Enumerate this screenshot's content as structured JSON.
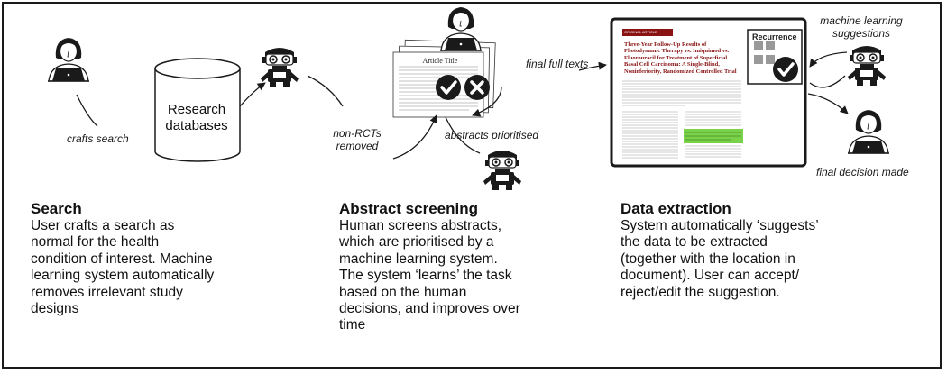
{
  "diagram": {
    "search": {
      "heading": "Search",
      "body": "User crafts a search as\nnormal for the health\ncondition of interest. Machine\nlearning system automatically\nremoves irrelevant study\ndesigns",
      "database_label": "Research\ndatabases",
      "crafts_search_label": "crafts search"
    },
    "screening": {
      "heading": "Abstract screening",
      "body": "Human screens abstracts,\nwhich are prioritised by a\nmachine learning system.\nThe system ‘learns’ the task\nbased on the human\ndecisions, and improves over\ntime",
      "non_rcts_label_1": "non-RCTs",
      "non_rcts_label_2": "removed",
      "abstracts_prioritised_label": "abstracts prioritised",
      "final_full_texts_label": "final full texts",
      "article_title": "Article Title"
    },
    "extraction": {
      "heading": "Data extraction",
      "body": "System automatically ‘suggests’\nthe data to be extracted\n(together with the location in\ndocument). User can accept/\nreject/edit the suggestion.",
      "recurrence_label": "Recurrence",
      "ml_suggestions_label_1": "machine learning",
      "ml_suggestions_label_2": "suggestions",
      "final_decision_label": "final decision made",
      "paper_title": "Three-Year Follow-Up Results of\nPhotodynamic Therapy vs. Imiquimod vs.\nFluorouracil for Treatment of Superficial\nBasal Cell Carcinoma: A Single-Blind,\nNoninferiority, Randomized Controlled Trial",
      "paper_header": "ORIGINAL ARTICLE"
    },
    "colors": {
      "ink": "#1a1a1a",
      "grey": "#999999",
      "highlight": "#7ad14a",
      "paper_header": "#8a1414"
    },
    "icons": [
      "person-laptop-icon",
      "robot-icon",
      "database-icon",
      "check-icon",
      "cross-icon"
    ]
  }
}
